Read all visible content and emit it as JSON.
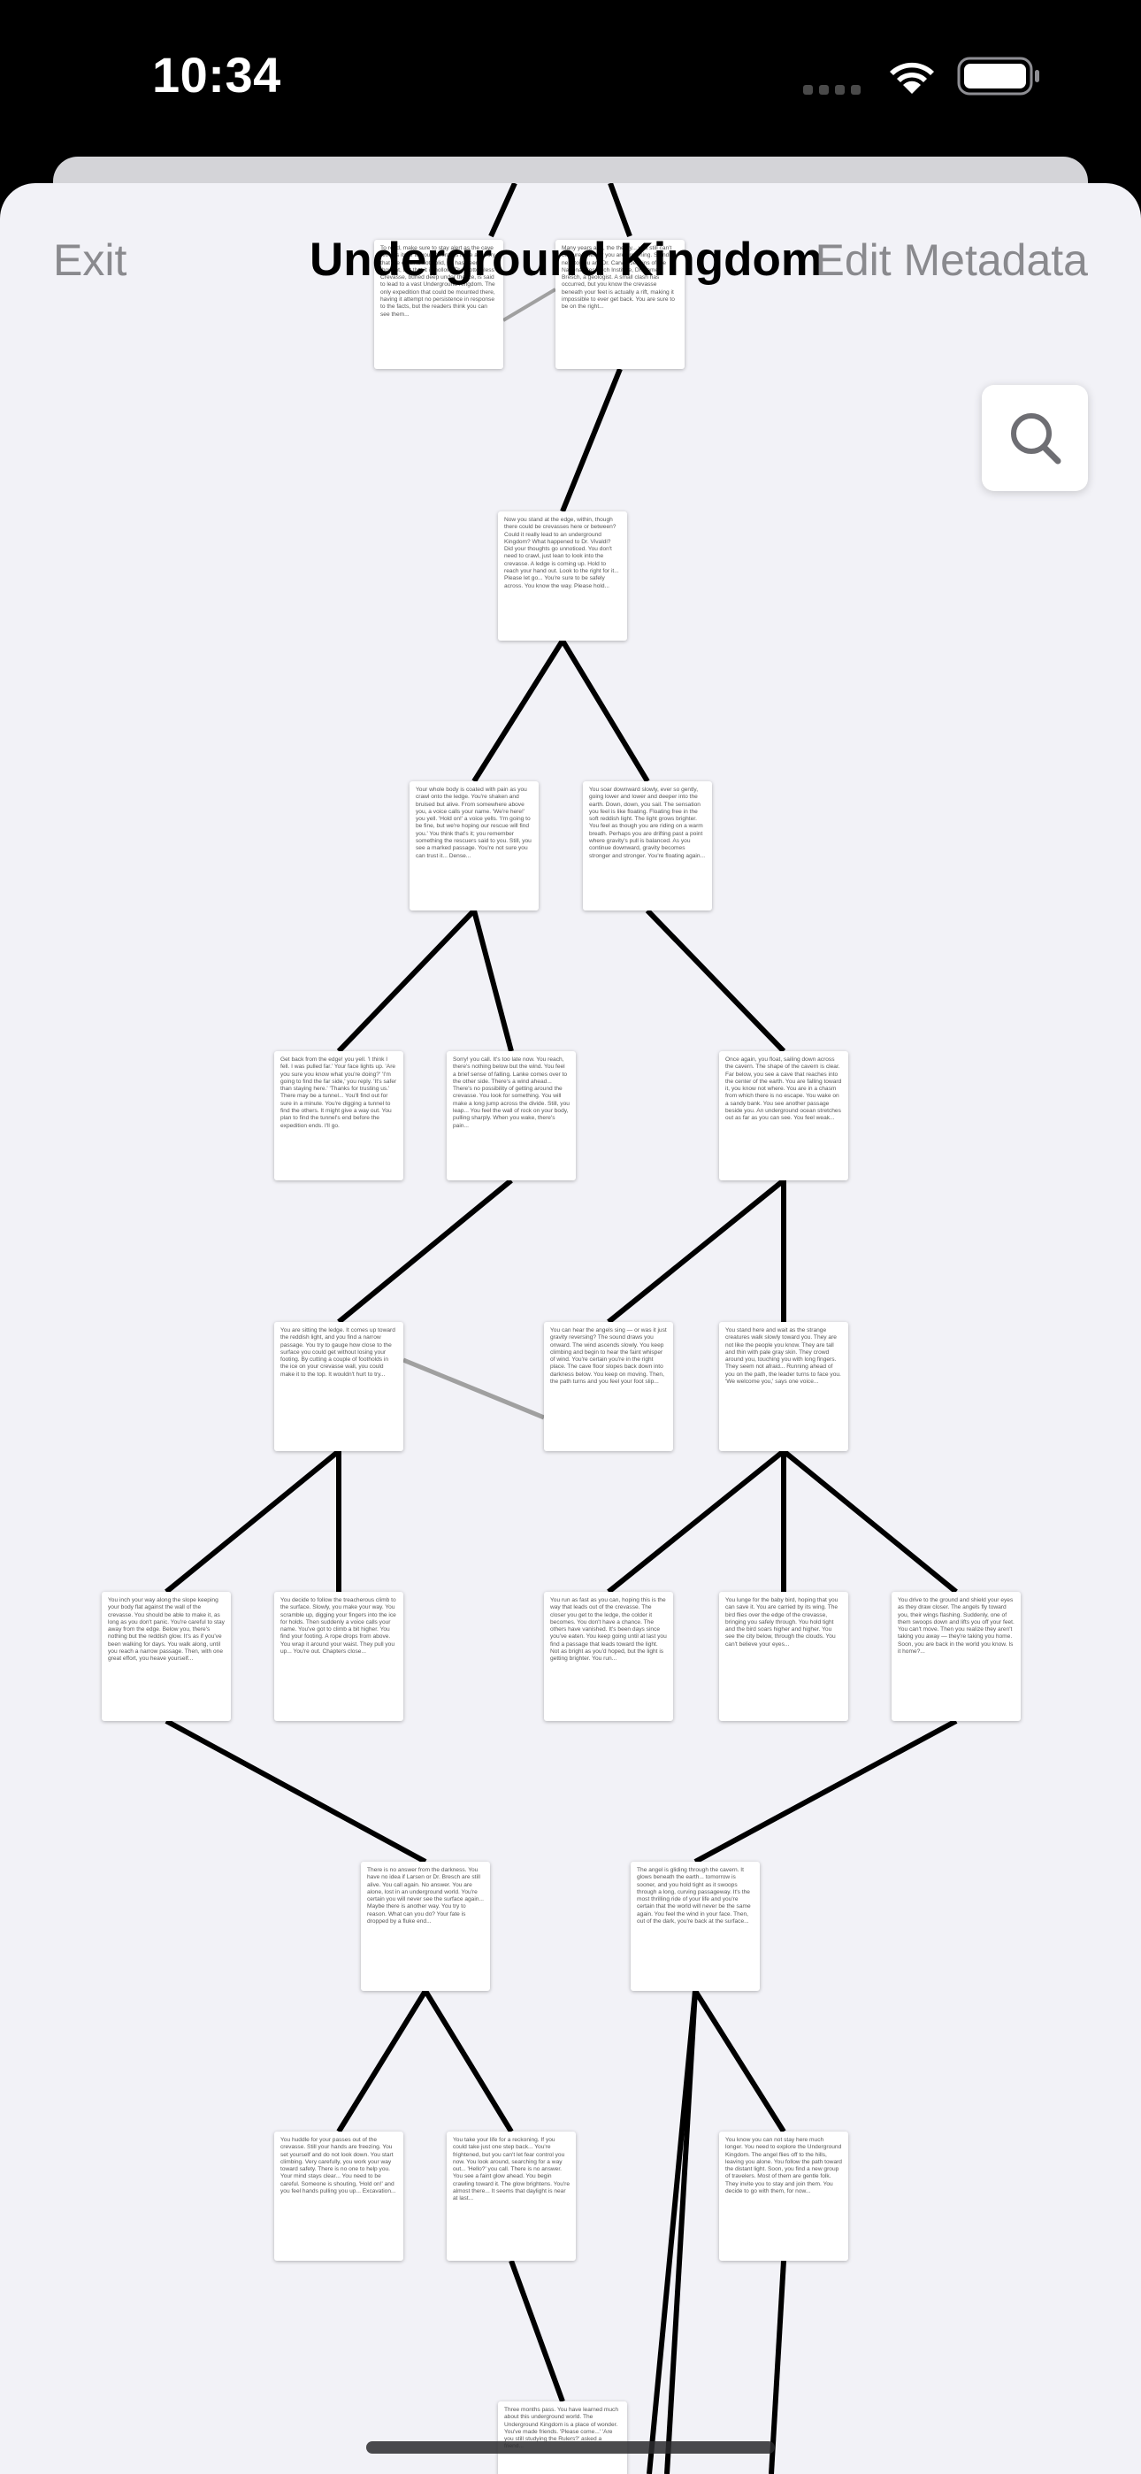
{
  "status_bar": {
    "time": "10:34"
  },
  "header": {
    "exit_label": "Exit",
    "title": "Underground Kingdom",
    "edit_metadata_label": "Edit Metadata"
  },
  "search": {
    "icon": "magnifying-glass"
  },
  "colors": {
    "background": "#f2f2f7",
    "edge": "#000000",
    "cross_link": "#a0a0a0",
    "accent_gray": "#8a8a8e"
  },
  "pages": [
    {
      "id": "p0",
      "text": "To read, make sure to stay alert as the cave reveals itself to you. Scientists have a theory that the earth is not solid, as has been thought, but that it is hollow. The Bottomless Crevasse, buried deep under the ice, is said to lead to a vast Underground Kingdom. The only expedition that could be mounted there, having it attempt no persistence in response to the facts, but the readers think you can see them..."
    },
    {
      "id": "p1",
      "text": "Many years ago, the theory... you still can't be sure whether you are dreaming. Standing next to you are Dr. Carver Jenkins of the National Research Institute, Dr. James Bresch, a geologist. A small clash has occurred, but you know the crevasse beneath your feet is actually a rift, making it impossible to ever get back. You are sure to be on the right..."
    },
    {
      "id": "p2",
      "text": "Now you stand at the edge, within, though there could be crevasses here or between? Could it really lead to an underground Kingdom? What happened to Dr. Vivaldi? Did your thoughts go unnoticed. You don't need to crawl, just lean to look into the crevasse. A ledge is coming up. Hold to reach your hand out. Look to the right for it... Please let go... You're sure to be safely across. You know the way. Please hold..."
    },
    {
      "id": "p3",
      "text": "Your whole body is coated with pain as you crawl onto the ledge. You're shaken and bruised but alive. From somewhere above you, a voice calls your name. 'We're here!' you yell. 'Hold on!' a voice yells. 'I'm going to be fine, but we're hoping our rescue will find you.' You think that's it; you remember something the rescuers said to you. Still, you see a marked passage. You're not sure you can trust it... Dense..."
    },
    {
      "id": "p4",
      "text": "You soar downward slowly, ever so gently, going lower and lower and deeper into the earth. Down, down, you sail. The sensation you feel is like floating. Floating free in the soft reddish light. The light grows brighter. You feel as though you are riding on a warm breath. Perhaps you are drifting past a point where gravity's pull is balanced. As you continue downward, gravity becomes stronger and stronger. You're floating again..."
    },
    {
      "id": "p5",
      "text": "Get back from the edge! you yell. 'I think I fell. I was pulled far.' Your face lights up. 'Are you sure you know what you're doing?' 'I'm going to find the far side,' you reply. 'It's safer than staying here.' 'Thanks for trusting us.' There may be a tunnel... You'll find out for sure in a minute. You're digging a tunnel to find the others. It might give a way out. You plan to find the tunnel's end before the expedition ends. I'll go."
    },
    {
      "id": "p6",
      "text": "Sorry! you call. It's too late now. You reach, there's nothing below but the wind. You feel a brief sense of falling. Lanke comes over to the other side. There's a wind ahead... There's no possibility of getting around the crevasse. You look for something. You will make a long jump across the divide. Still, you leap... You feel the wall of rock on your body, pulling sharply. When you wake, there's pain..."
    },
    {
      "id": "p7",
      "text": "Once again, you float, sailing down across the cavern. The shape of the cavern is clear. Far below, you see a cave that reaches into the center of the earth. You are falling toward it, you know not where. You are in a chasm from which there is no escape. You wake on a sandy bank. You see another passage beside you. An underground ocean stretches out as far as you can see. You feel weak..."
    },
    {
      "id": "p8",
      "text": "You are sitting the ledge. It comes up toward the reddish light, and you find a narrow passage. You try to gauge how close to the surface you could get without losing your footing. By cutting a couple of footholds in the ice on your crevasse wall, you could make it to the top. It wouldn't hurt to try..."
    },
    {
      "id": "p9",
      "text": "You can hear the angels sing — or was it just gravity reversing? The sound draws you onward. The wind ascends slowly. You keep climbing and begin to hear the faint whisper of wind. You're certain you're in the right place. The cave floor slopes back down into darkness below. You keep on moving. Then, the path turns and you feel your foot slip..."
    },
    {
      "id": "p10",
      "text": "You stand here and wait as the strange creatures walk slowly toward you. They are not like the people you know. They are tall and thin with pale gray skin. They crowd around you, touching you with long fingers. They seem not afraid... Running ahead of you on the path, the leader turns to face you. 'We welcome you,' says one voice..."
    },
    {
      "id": "p11",
      "text": "You inch your way along the slope keeping your body flat against the wall of the crevasse. You should be able to make it, as long as you don't panic. You're careful to stay away from the edge. Below you, there's nothing but the reddish glow. It's as if you've been walking for days. You walk along, until you reach a narrow passage. Then, with one great effort, you heave yourself..."
    },
    {
      "id": "p12",
      "text": "You decide to follow the treacherous climb to the surface. Slowly, you make your way. You scramble up, digging your fingers into the ice for holds. Then suddenly a voice calls your name. You've got to climb a bit higher. You find your footing. A rope drops from above. You wrap it around your waist. They pull you up... You're out. Chapters close..."
    },
    {
      "id": "p13",
      "text": "You run as fast as you can, hoping this is the way that leads out of the crevasse. The closer you get to the ledge, the colder it becomes. You don't have a chance. The others have vanished. It's been days since you've eaten. You keep going until at last you find a passage that leads toward the light. Not as bright as you'd hoped, but the light is getting brighter. You run..."
    },
    {
      "id": "p14",
      "text": "You lunge for the baby bird, hoping that you can save it. You are carried by its wing. The bird flies over the edge of the crevasse, bringing you safely through. You hold tight and the bird soars higher and higher. You see the city below, through the clouds. You can't believe your eyes..."
    },
    {
      "id": "p15",
      "text": "You drive to the ground and shield your eyes as they draw closer. The angels fly toward you, their wings flashing. Suddenly, one of them swoops down and lifts you off your feet. You can't move. Then you realize they aren't taking you away — they're taking you home. Soon, you are back in the world you know. Is it home?..."
    },
    {
      "id": "p16",
      "text": "There is no answer from the darkness. You have no idea if Larsen or Dr. Bresch are still alive. You call again. No answer. You are alone, lost in an underground world. You're certain you will never see the surface again... Maybe there is another way. You try to reason. What can you do? Your fate is dropped by a fluke end..."
    },
    {
      "id": "p17",
      "text": "The angel is gliding through the cavern. It glows beneath the earth... tomorrow is sooner, and you hold tight as it swoops through a long, curving passageway. It's the most thrilling ride of your life and you're certain that the world will never be the same again. You feel the wind in your face. Then, out of the dark, you're back at the surface..."
    },
    {
      "id": "p18",
      "text": "You huddle for your passes out of the crevasse. Still your hands are freezing. You set yourself and do not look down. You start climbing. Very carefully, you work your way toward safety. There is no one to help you. Your mind stays clear... You need to be careful. Someone is shouting, 'Hold on!' and you feel hands pulling you up... Excavation..."
    },
    {
      "id": "p19",
      "text": "You take your life for a reckoning. If you could take just one step back... You're frightened, but you can't let fear control you now. You look around, searching for a way out... 'Hello?' you call. There is no answer. You see a faint glow ahead. You begin crawling toward it. The glow brightens. You're almost there... It seems that daylight is near at last..."
    },
    {
      "id": "p20",
      "text": "You know you can not stay here much longer. You need to explore the Underground Kingdom. The angel flies off to the hills, leaving you alone. You follow the path toward the distant light. Soon, you find a new group of travelers. Most of them are gentle folk. They invite you to stay and join them. You decide to go with them, for now..."
    },
    {
      "id": "p21",
      "text": "Three months pass. You have learned much about this underground world. The Underground Kingdom is a place of wonder. You've made friends. 'Please come...' 'Are you still studying the Rulers?' asked a friend..."
    }
  ]
}
